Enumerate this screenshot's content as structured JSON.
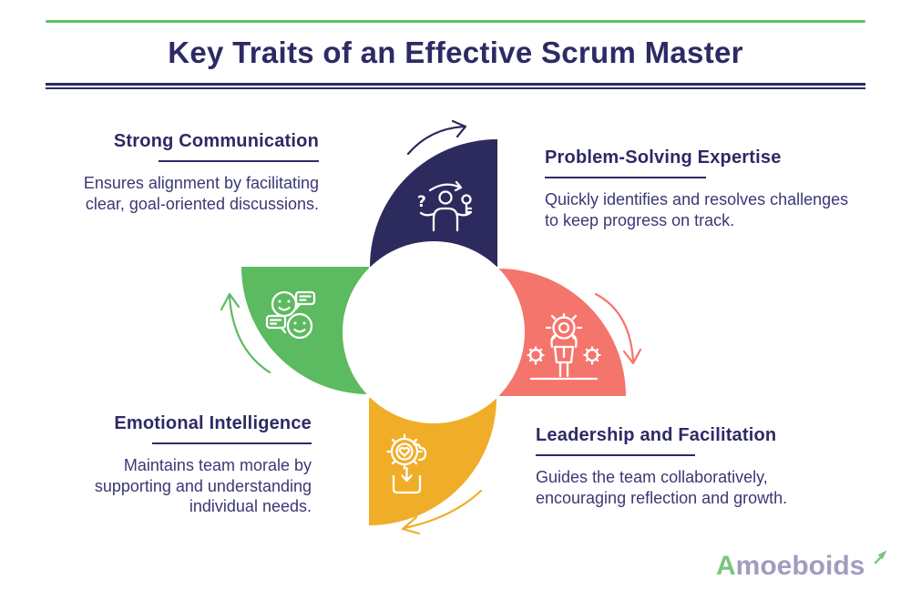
{
  "header": {
    "accent_line_color": "#5cc262",
    "title": "Key Traits of an Effective Scrum Master",
    "title_color": "#2d2a66",
    "divider_color": "#2d2a66"
  },
  "body_text_color": "#3a3875",
  "center": {
    "circle_color": "#ffffff"
  },
  "traits": [
    {
      "title": "Strong Communication",
      "description": "Ensures alignment by facilitating clear, goal-oriented discussions.",
      "color": "#5cba60",
      "icon": "chat-smileys-icon"
    },
    {
      "title": "Problem-Solving Expertise",
      "description": "Quickly identifies and resolves challenges to keep progress on track.",
      "color": "#2d2a5e",
      "icon": "decision-question-key-icon"
    },
    {
      "title": "Emotional Intelligence",
      "description": "Maintains team morale by supporting and understanding individual needs.",
      "color": "#f0ad28",
      "icon": "heart-gear-learning-icon"
    },
    {
      "title": "Leadership and Facilitation",
      "description": "Guides the team collaboratively, encouraging reflection and growth.",
      "color": "#f4756c",
      "icon": "leader-with-gears-icon"
    }
  ],
  "logo": {
    "first_letter": "A",
    "rest": "moeboids",
    "accent_color": "#7bc57e",
    "text_color": "#9f9dbf"
  }
}
